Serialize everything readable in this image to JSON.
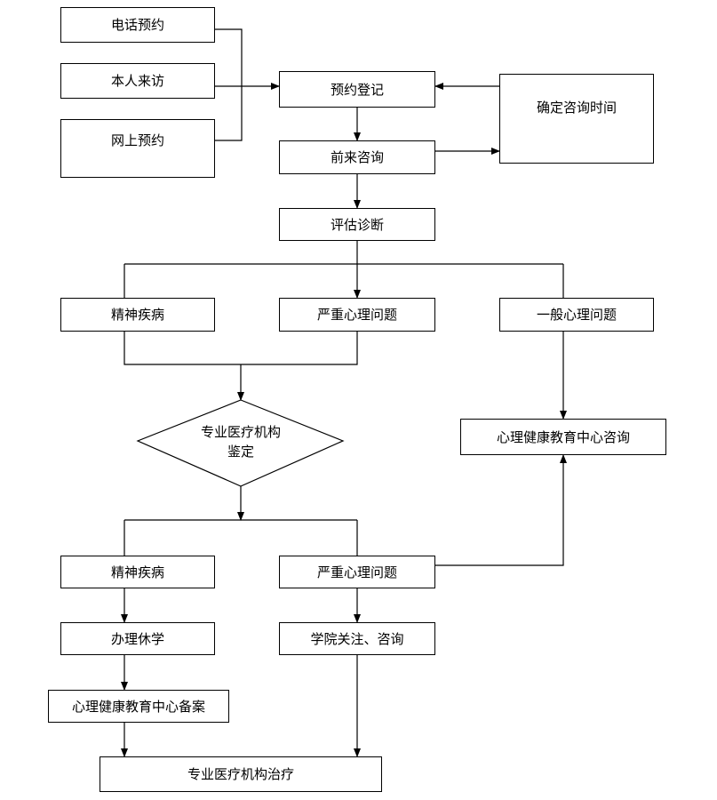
{
  "nodes": {
    "phone": "电话预约",
    "visit": "本人来访",
    "online": "网上预约",
    "register": "预约登记",
    "confirm_time": "确定咨询时间",
    "consult": "前来咨询",
    "assess": "评估诊断",
    "mental_illness_1": "精神疾病",
    "severe_1": "严重心理问题",
    "general": "一般心理问题",
    "diamond_line1": "专业医疗机构",
    "diamond_line2": "鉴定",
    "center_consult": "心理健康教育中心咨询",
    "mental_illness_2": "精神疾病",
    "severe_2": "严重心理问题",
    "leave": "办理休学",
    "college": "学院关注、咨询",
    "record": "心理健康教育中心备案",
    "treatment": "专业医疗机构治疗"
  }
}
